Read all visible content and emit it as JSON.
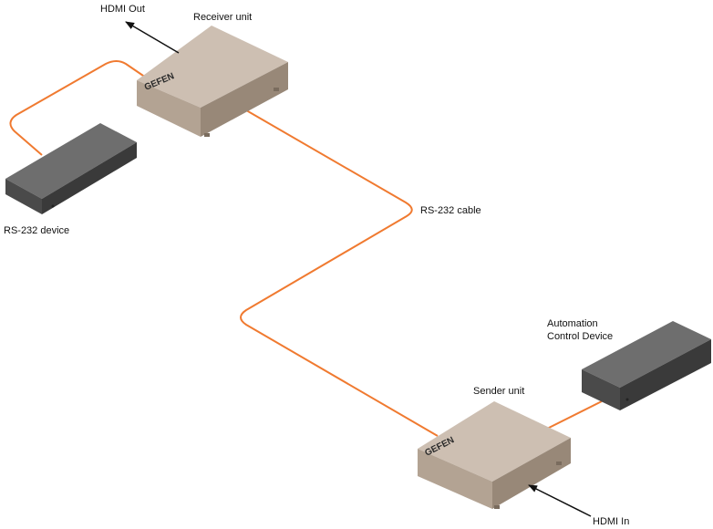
{
  "labels": {
    "hdmi_out": "HDMI Out",
    "receiver_unit": "Receiver unit",
    "rs232_cable": "RS-232 cable",
    "rs232_device": "RS-232 device",
    "automation_line1": "Automation",
    "automation_line2": "Control Device",
    "sender_unit": "Sender unit",
    "hdmi_in": "HDMI In"
  },
  "brand": "GEFEN",
  "colors": {
    "cable": "#f07a30",
    "box_top": "#cdbfb2",
    "box_front": "#b3a393",
    "box_side": "#988878",
    "dark_top": "#6e6e6e",
    "dark_front": "#4a4a4a",
    "dark_side": "#3a3a3a"
  }
}
